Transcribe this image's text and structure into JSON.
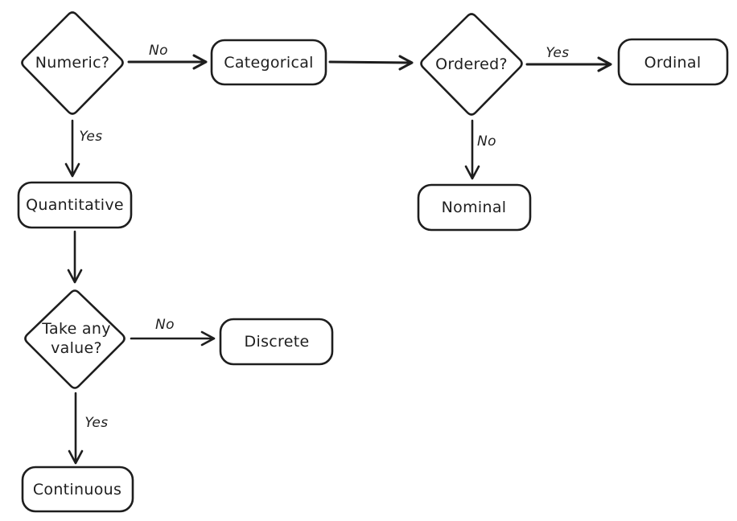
{
  "diagram": {
    "type": "flowchart",
    "description": "Hand-drawn style decision flowchart classifying data variable types",
    "colors": {
      "stroke": "#1e1e1e",
      "background": "#ffffff"
    },
    "nodes": {
      "numeric": {
        "shape": "diamond",
        "label": "Numeric?"
      },
      "categorical": {
        "shape": "rounded-rect",
        "label": "Categorical"
      },
      "ordered": {
        "shape": "diamond",
        "label": "Ordered?"
      },
      "ordinal": {
        "shape": "rounded-rect",
        "label": "Ordinal"
      },
      "nominal": {
        "shape": "rounded-rect",
        "label": "Nominal"
      },
      "quantitative": {
        "shape": "rounded-rect",
        "label": "Quantitative"
      },
      "take_any_value": {
        "shape": "diamond",
        "label_line1": "Take any",
        "label_line2": "value?"
      },
      "discrete": {
        "shape": "rounded-rect",
        "label": "Discrete"
      },
      "continuous": {
        "shape": "rounded-rect",
        "label": "Continuous"
      }
    },
    "edges": {
      "numeric_to_categorical": {
        "label": "No"
      },
      "numeric_to_quantitative": {
        "label": "Yes"
      },
      "categorical_to_ordered": {
        "label": ""
      },
      "ordered_to_ordinal": {
        "label": "Yes"
      },
      "ordered_to_nominal": {
        "label": "No"
      },
      "quantitative_to_take_any_value": {
        "label": ""
      },
      "take_any_value_to_discrete": {
        "label": "No"
      },
      "take_any_value_to_continuous": {
        "label": "Yes"
      }
    }
  }
}
